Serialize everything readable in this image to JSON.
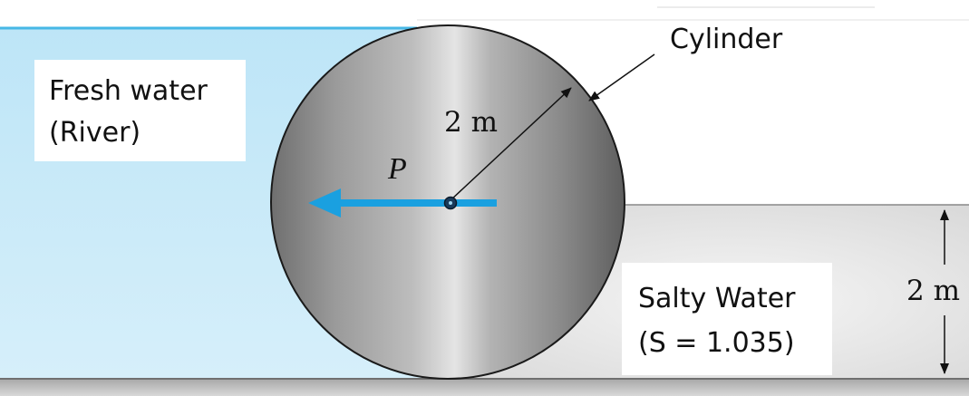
{
  "labels": {
    "fresh_water_line1": "Fresh water",
    "fresh_water_line2": "(River)",
    "cylinder": "Cylinder",
    "radius": "2 m",
    "force": "P",
    "salty_water_line1": "Salty Water",
    "salty_water_line2": "(S = 1.035)",
    "depth": "2 m"
  },
  "colors": {
    "fresh_water_top": "#bfe6f7",
    "fresh_water_bottom": "#d4effa",
    "surface_line": "#47b8e6",
    "salty_water": "#e6e6e6",
    "force_arrow": "#1aa0e0",
    "ground": "#9a9a9a"
  }
}
